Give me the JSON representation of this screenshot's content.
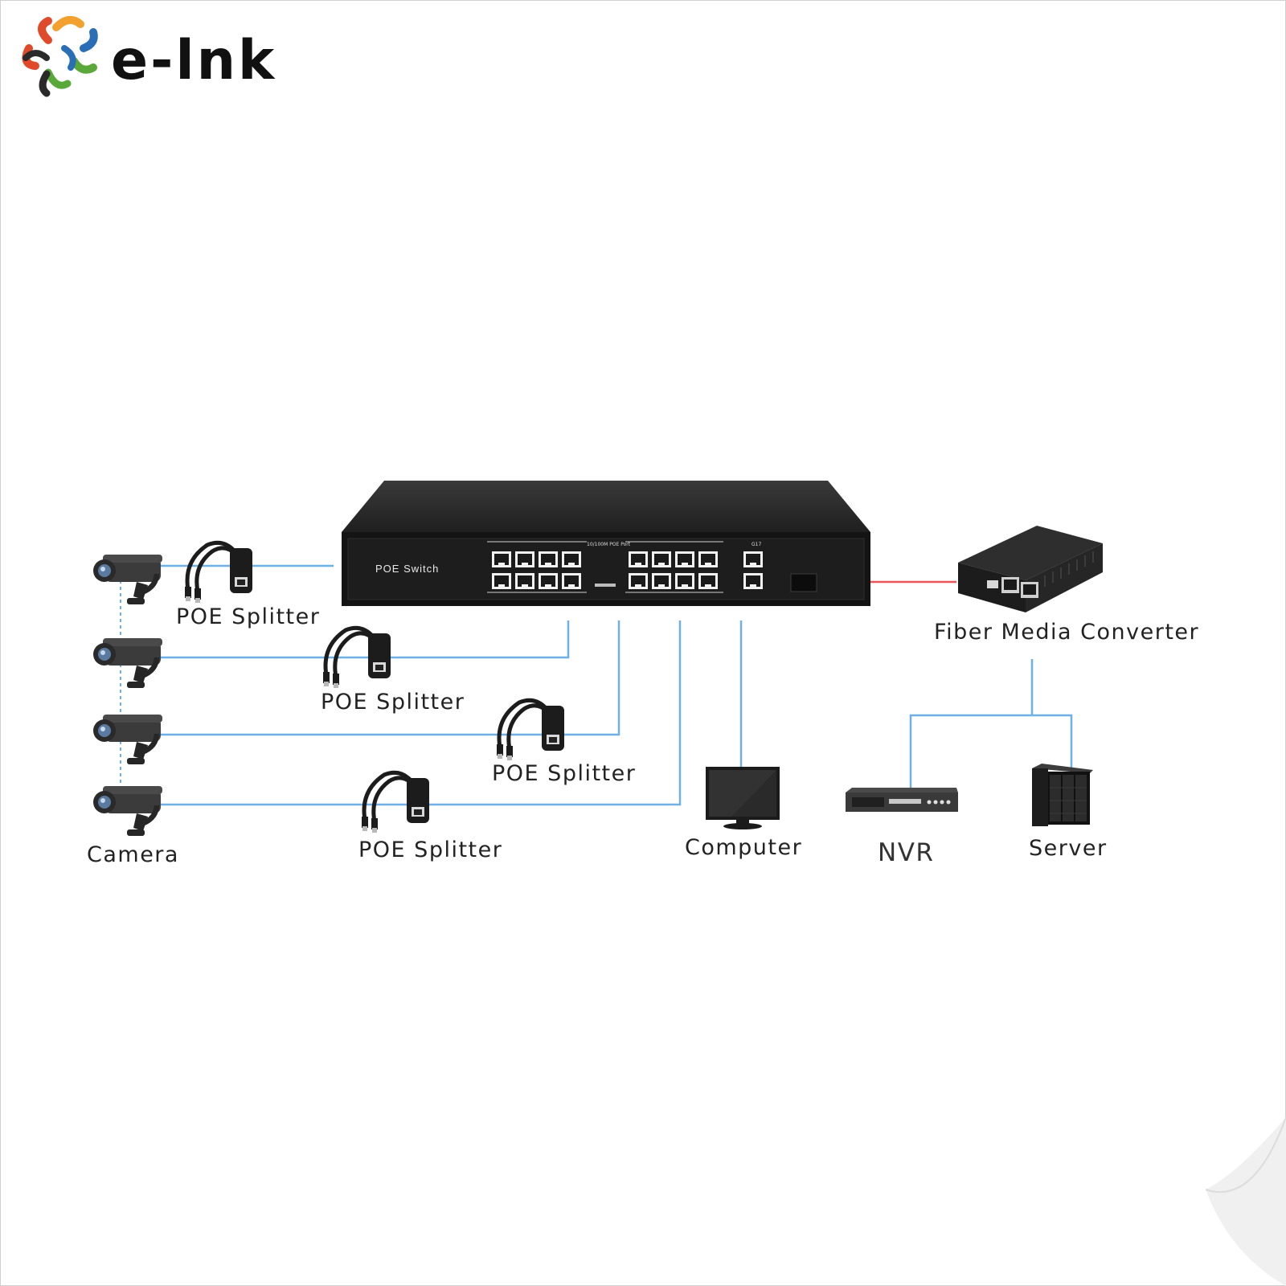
{
  "brand": {
    "name": "e-lnk",
    "logo_colors": [
      "#e04a2a",
      "#f2a12e",
      "#2a6fb5",
      "#5aa83a",
      "#2a2a2a"
    ]
  },
  "devices": {
    "switch": {
      "label": "POE Switch",
      "icon": "poe-switch-icon"
    },
    "fiber_converter": {
      "label": "Fiber Media Converter",
      "icon": "fiber-media-converter-icon"
    },
    "computer": {
      "label": "Computer",
      "icon": "monitor-icon"
    },
    "nvr": {
      "label": "NVR",
      "icon": "nvr-icon"
    },
    "server": {
      "label": "Server",
      "icon": "server-icon"
    },
    "camera": {
      "label": "Camera",
      "icon": "camera-icon"
    }
  },
  "splitters": [
    {
      "label": "POE Splitter"
    },
    {
      "label": "POE Splitter"
    },
    {
      "label": "POE Splitter"
    },
    {
      "label": "POE Splitter"
    }
  ],
  "colors": {
    "link_line": "#6fb0e6",
    "fiber_line": "#e8555a",
    "device_body": "#2c2c2c",
    "label_text": "#222222"
  }
}
